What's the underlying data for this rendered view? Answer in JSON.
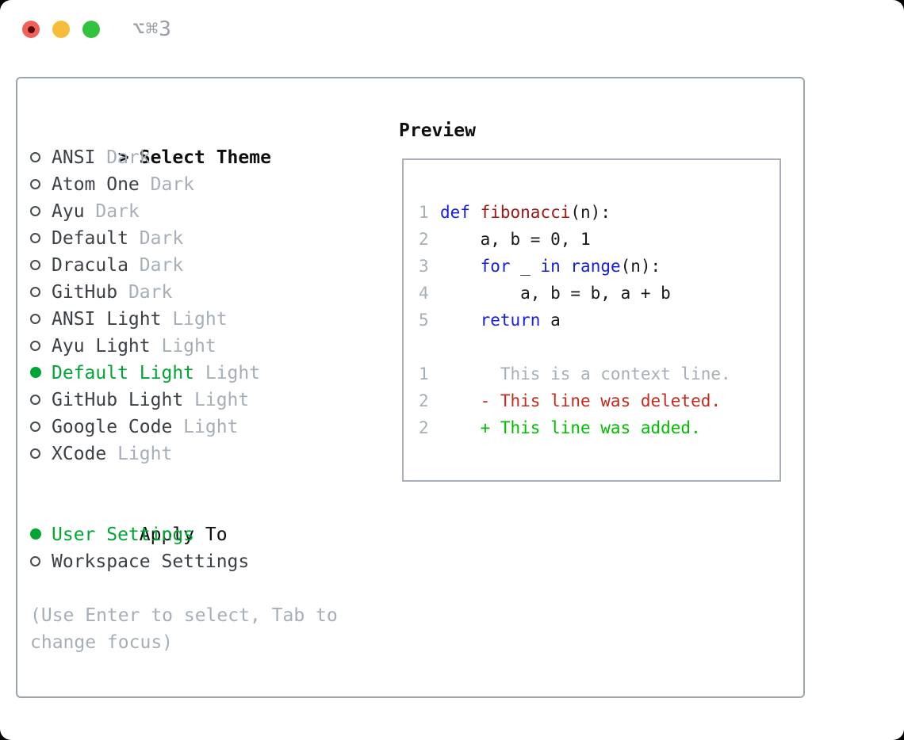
{
  "window": {
    "title": "⌥⌘3"
  },
  "colors": {
    "selection_green": "#00a534",
    "added_green": "#00bd00",
    "removed_red": "#c6281c",
    "keyword_blue": "#141ee6",
    "function_red": "#a31515",
    "code_text": "#17181a",
    "muted_gray": "#a6aeb8",
    "item_text": "#3a4046",
    "heading_black": "#0d0e10",
    "panel_border": "#9ca4ae",
    "preview_border": "#a9afb9",
    "title_gray": "#9aa0a6",
    "traffic_red": "#f0615a",
    "traffic_red_dot": "#5a0b06",
    "traffic_yellow": "#f5bd3a",
    "traffic_green": "#34c13e"
  },
  "theme_panel": {
    "cursor": ">",
    "header": "Select Theme",
    "items": [
      {
        "name": "ANSI",
        "variant": "Dark",
        "selected": false
      },
      {
        "name": "Atom One",
        "variant": "Dark",
        "selected": false
      },
      {
        "name": "Ayu",
        "variant": "Dark",
        "selected": false
      },
      {
        "name": "Default",
        "variant": "Dark",
        "selected": false
      },
      {
        "name": "Dracula",
        "variant": "Dark",
        "selected": false
      },
      {
        "name": "GitHub",
        "variant": "Dark",
        "selected": false
      },
      {
        "name": "ANSI Light",
        "variant": "Light",
        "selected": false
      },
      {
        "name": "Ayu Light",
        "variant": "Light",
        "selected": false
      },
      {
        "name": "Default Light",
        "variant": "Light",
        "selected": true
      },
      {
        "name": "GitHub Light",
        "variant": "Light",
        "selected": false
      },
      {
        "name": "Google Code",
        "variant": "Light",
        "selected": false
      },
      {
        "name": "XCode",
        "variant": "Light",
        "selected": false
      }
    ],
    "apply_header": "Apply To",
    "apply_items": [
      {
        "name": "User Settings",
        "selected": true
      },
      {
        "name": "Workspace Settings",
        "selected": false
      }
    ],
    "hint_lines": [
      "(Use Enter to select, Tab to",
      "change focus)"
    ]
  },
  "preview": {
    "header": "Preview",
    "code_lines": [
      {
        "num": "1",
        "segments": [
          {
            "t": "def",
            "c": "keyword_blue"
          },
          {
            "t": " ",
            "c": "code_text"
          },
          {
            "t": "fibonacci",
            "c": "function_red"
          },
          {
            "t": "(n):",
            "c": "code_text"
          }
        ]
      },
      {
        "num": "2",
        "segments": [
          {
            "t": "    a, b = 0, 1",
            "c": "code_text"
          }
        ]
      },
      {
        "num": "3",
        "segments": [
          {
            "t": "    ",
            "c": "code_text"
          },
          {
            "t": "for",
            "c": "keyword_blue"
          },
          {
            "t": " _ ",
            "c": "code_text"
          },
          {
            "t": "in",
            "c": "keyword_blue"
          },
          {
            "t": " ",
            "c": "code_text"
          },
          {
            "t": "range",
            "c": "keyword_blue"
          },
          {
            "t": "(n):",
            "c": "code_text"
          }
        ]
      },
      {
        "num": "4",
        "segments": [
          {
            "t": "        a, b = b, a + b",
            "c": "code_text"
          }
        ]
      },
      {
        "num": "5",
        "segments": [
          {
            "t": "    ",
            "c": "code_text"
          },
          {
            "t": "return",
            "c": "keyword_blue"
          },
          {
            "t": " a",
            "c": "code_text"
          }
        ]
      },
      {
        "num": "",
        "segments": []
      },
      {
        "num": "1",
        "segments": [
          {
            "t": "      This is a context line.",
            "c": "muted_gray"
          }
        ]
      },
      {
        "num": "2",
        "segments": [
          {
            "t": "    - This line was deleted.",
            "c": "removed_red"
          }
        ]
      },
      {
        "num": "2",
        "segments": [
          {
            "t": "    + This line was added.",
            "c": "added_green"
          }
        ]
      }
    ]
  }
}
